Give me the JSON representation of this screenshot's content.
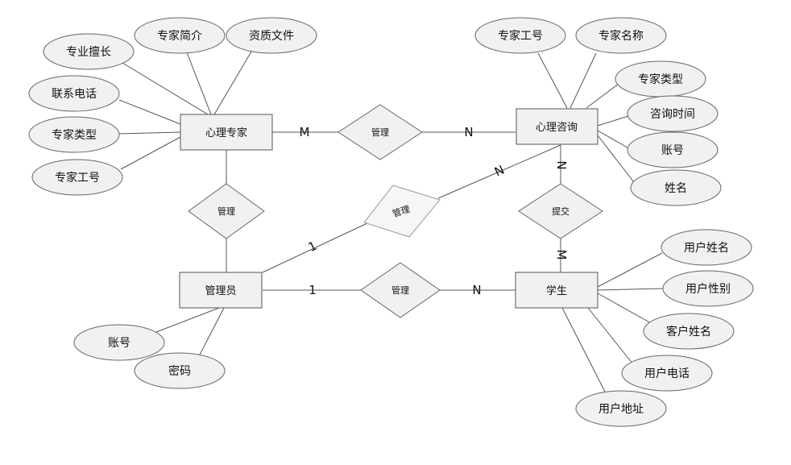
{
  "entities": {
    "expert": "心理专家",
    "consult": "心理咨询",
    "admin": "管理员",
    "student": "学生"
  },
  "relationships": {
    "expert_consult": "管理",
    "expert_admin": "管理",
    "admin_consult": "管理",
    "admin_student": "管理",
    "student_consult": "提交"
  },
  "attributes": {
    "expert": [
      "专业擅长",
      "专家简介",
      "资质文件",
      "联系电话",
      "专家类型",
      "专家工号"
    ],
    "consult": [
      "专家工号",
      "专家名称",
      "专家类型",
      "咨询时间",
      "账号",
      "姓名"
    ],
    "admin": [
      "账号",
      "密码"
    ],
    "student": [
      "用户姓名",
      "用户性别",
      "客户姓名",
      "用户电话",
      "用户地址"
    ]
  },
  "cardinalities": {
    "expert_consult_left": "M",
    "expert_consult_right": "N",
    "admin_consult_left": "1",
    "admin_consult_right": "N",
    "admin_student_left": "1",
    "admin_student_right": "N",
    "student_consult_top": "N",
    "student_consult_bottom": "M"
  }
}
